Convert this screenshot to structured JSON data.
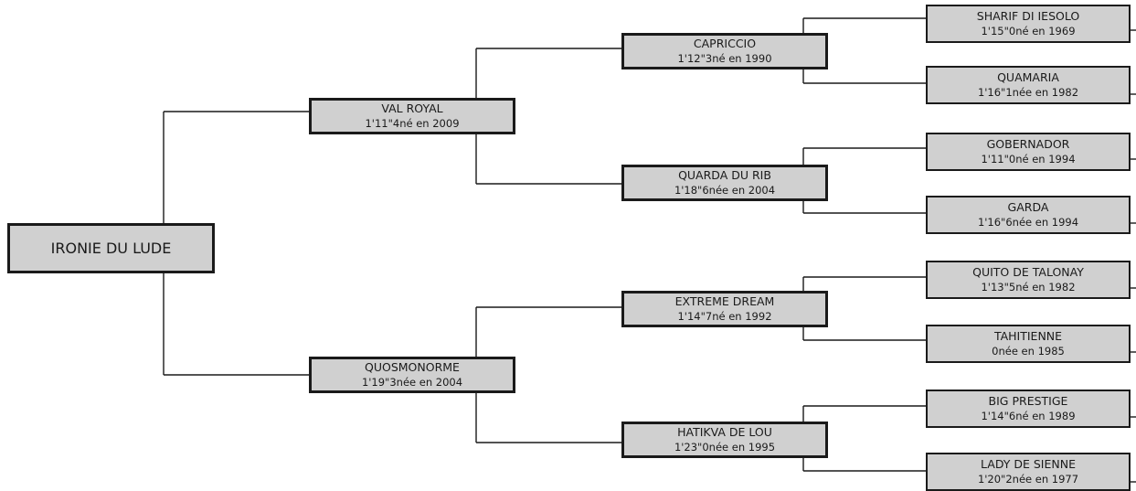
{
  "root": {
    "name": "IRONIE DU LUDE"
  },
  "sire": {
    "name": "VAL ROYAL",
    "perf": "1'11\"4né en 2009"
  },
  "dam": {
    "name": "QUOSMONORME",
    "perf": "1'19\"3née en 2004"
  },
  "sire_sire": {
    "name": "CAPRICCIO",
    "perf": "1'12\"3né en 1990"
  },
  "sire_dam": {
    "name": "QUARDA DU RIB",
    "perf": "1'18\"6née en 2004"
  },
  "dam_sire": {
    "name": "EXTREME DREAM",
    "perf": "1'14\"7né en 1992"
  },
  "dam_dam": {
    "name": "HATIKVA DE LOU",
    "perf": "1'23\"0née en 1995"
  },
  "ggp": [
    {
      "name": "SHARIF DI IESOLO",
      "perf": "1'15\"0né en 1969"
    },
    {
      "name": "QUAMARIA",
      "perf": "1'16\"1née en 1982"
    },
    {
      "name": "GOBERNADOR",
      "perf": "1'11\"0né en 1994"
    },
    {
      "name": "GARDA",
      "perf": "1'16\"6née en 1994"
    },
    {
      "name": "QUITO DE TALONAY",
      "perf": "1'13\"5né en 1982"
    },
    {
      "name": "TAHITIENNE",
      "perf": "0née en 1985"
    },
    {
      "name": "BIG PRESTIGE",
      "perf": "1'14\"6né en 1989"
    },
    {
      "name": "LADY DE SIENNE",
      "perf": "1'20\"2née en 1977"
    }
  ]
}
